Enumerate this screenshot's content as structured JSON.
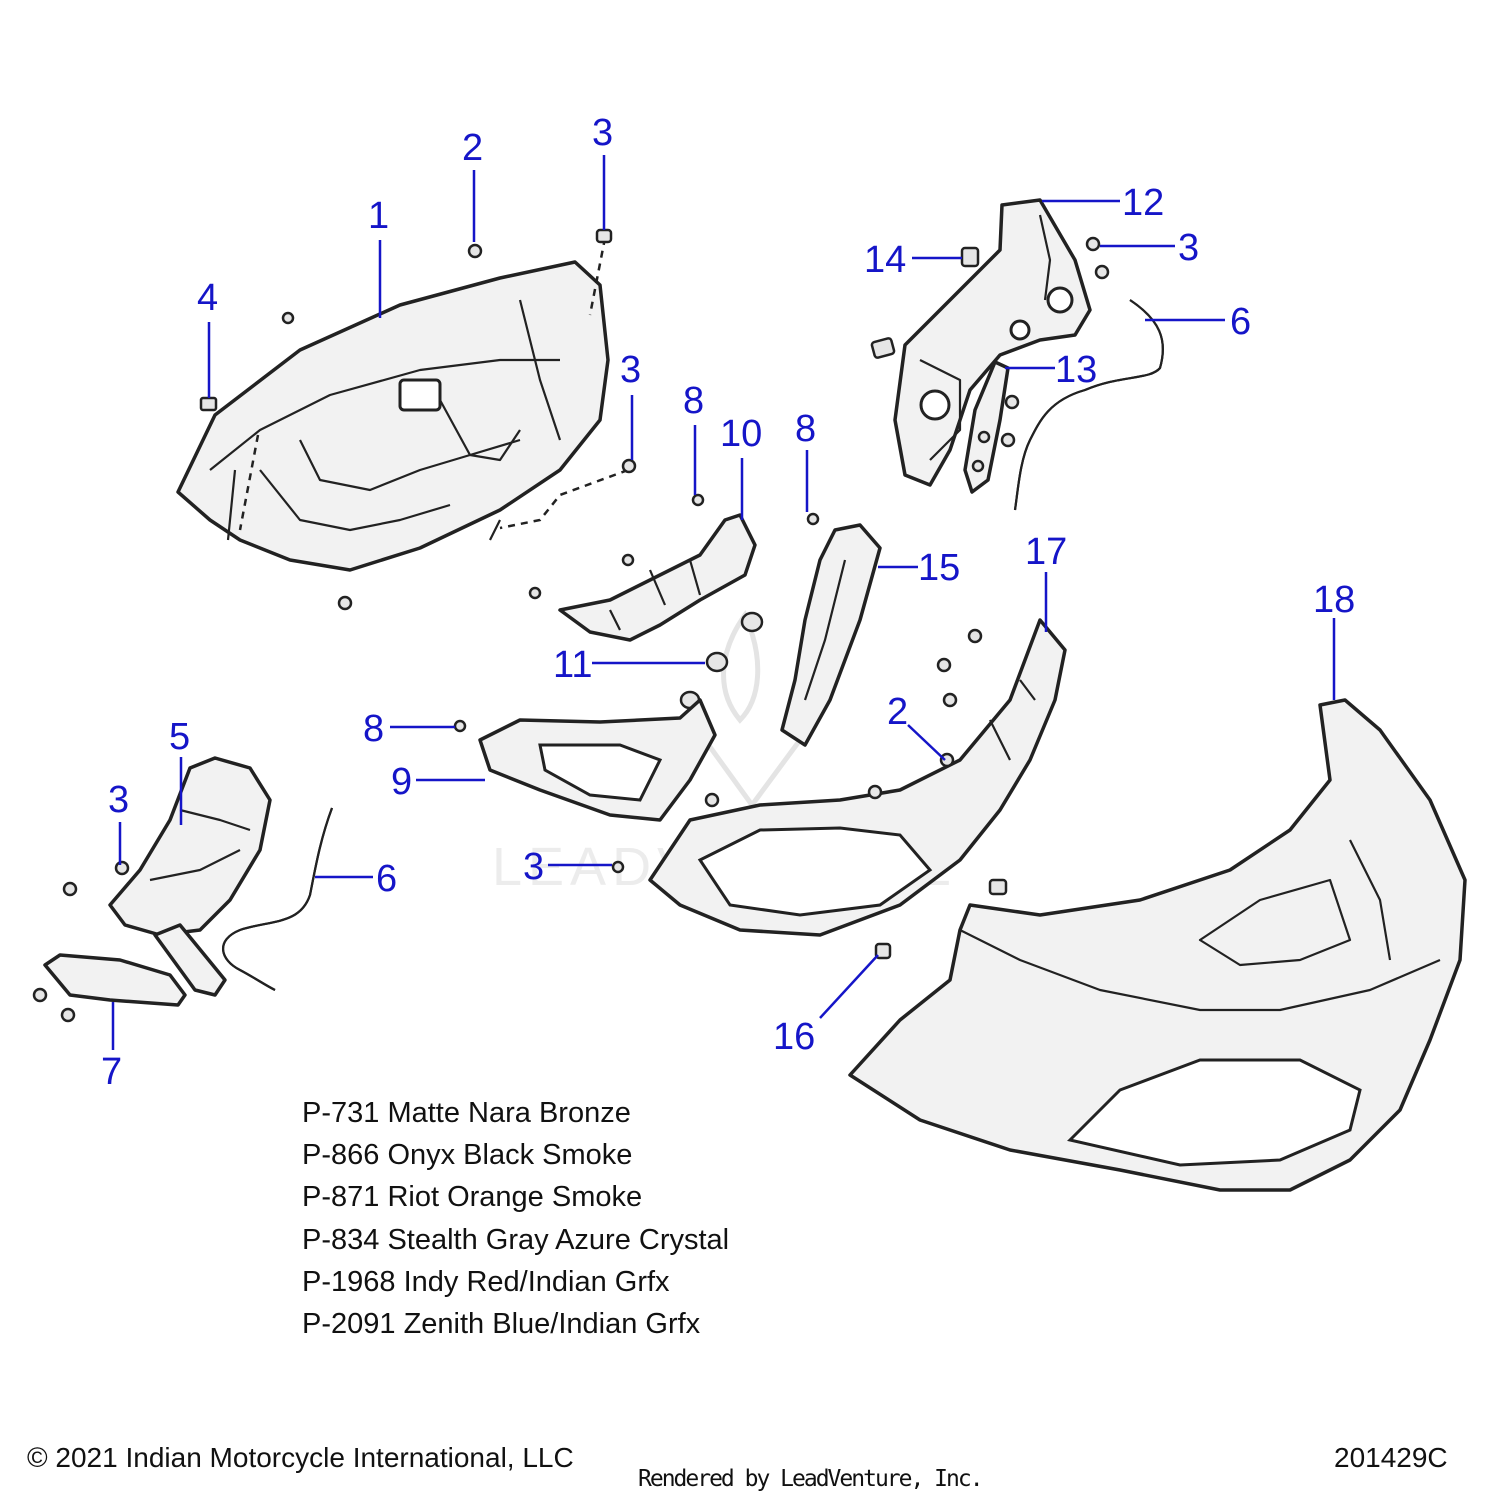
{
  "watermark": {
    "text": "LEADVENTURE"
  },
  "callouts": {
    "c1": "1",
    "c2a": "2",
    "c2b": "2",
    "c3a": "3",
    "c3b": "3",
    "c3c": "3",
    "c3d": "3",
    "c3e": "3",
    "c4": "4",
    "c5": "5",
    "c6a": "6",
    "c6b": "6",
    "c7": "7",
    "c8a": "8",
    "c8b": "8",
    "c8c": "8",
    "c9": "9",
    "c10": "10",
    "c11": "11",
    "c12": "12",
    "c13": "13",
    "c14": "14",
    "c15": "15",
    "c16": "16",
    "c17": "17",
    "c18": "18"
  },
  "legend": [
    "P-731 Matte Nara Bronze",
    "P-866 Onyx Black Smoke",
    "P-871 Riot Orange Smoke",
    "P-834 Stealth Gray Azure Crystal",
    "P-1968 Indy Red/Indian Grfx",
    "P-2091 Zenith Blue/Indian Grfx"
  ],
  "footer": {
    "copyright": "© 2021 Indian Motorcycle International, LLC",
    "rendered_by": "Rendered by LeadVenture, Inc.",
    "diagram_code": "201429C"
  },
  "colors": {
    "callout": "#1515c8",
    "line": "#222222"
  }
}
